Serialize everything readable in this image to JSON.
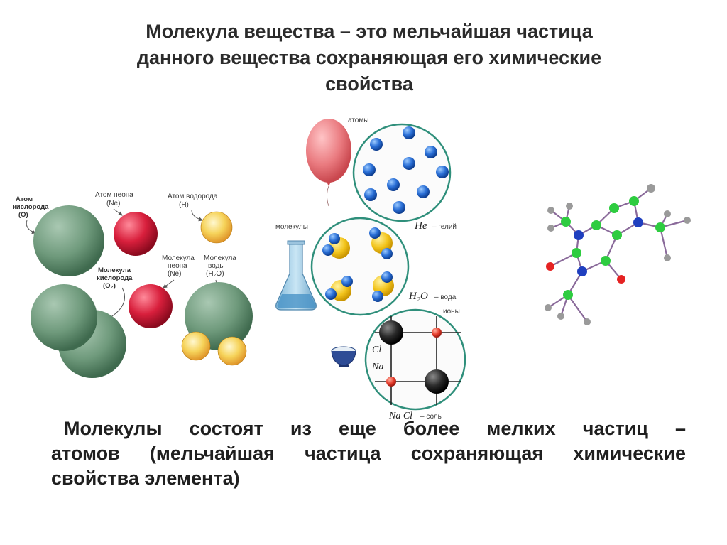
{
  "title": {
    "line1": "Молекула вещества – это мельчайшая частица",
    "line2": "данного вещества сохраняющая его химические",
    "line3": "свойства"
  },
  "left_figure": {
    "oxygen_atom_label": [
      "Атом",
      "кислорода",
      "(О)"
    ],
    "neon_atom_label": [
      "Атом неона",
      "(Ne)"
    ],
    "hydrogen_atom_label": [
      "Атом водорода",
      "(Н)"
    ],
    "oxygen_molecule_label": [
      "Молекула",
      "кислорода",
      "(O₂)"
    ],
    "neon_molecule_label": [
      "Молекула",
      "неона",
      "(Ne)"
    ],
    "water_molecule_label": [
      "Молекула",
      "воды",
      "(H₂O)"
    ]
  },
  "center_figure": {
    "atoms_label": "атомы",
    "molecules_label": "молекулы",
    "helium_label": {
      "formula": "He",
      "name": "– гелий"
    },
    "water_label": {
      "formula": "H₂O",
      "name": "– вода"
    },
    "ions_label": "ионы",
    "cl_label": "Cl",
    "na_label": "Na",
    "salt_label": {
      "formula": "Na Cl",
      "name": "– соль"
    }
  },
  "colors": {
    "oxygen": "#6f9a7c",
    "neon": "#d81f3c",
    "hydrogen": "#f4c430",
    "helium_atom": "#2a6fd6",
    "balloon": "#ea7b80",
    "circle_stroke": "#2f8f7b",
    "carbon": "#2ecc40",
    "nitrogen": "#1f3fbf",
    "oxygen_red": "#e52222",
    "hydrogen_grey": "#9a9a9a",
    "bond": "#8a6a9a"
  },
  "caption": {
    "line1": "Молекулы состоят из еще более мелких частиц –",
    "line2": "атомов (мельчайшая частица сохраняющая химические",
    "line3": "свойства элемента)"
  }
}
